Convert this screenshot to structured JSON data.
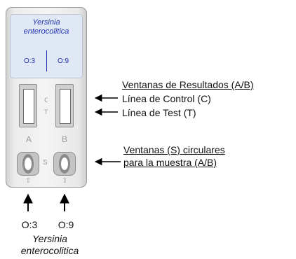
{
  "cassette": {
    "species": [
      "Yersinia",
      "enterocolitica"
    ],
    "serotype_left": "O:3",
    "serotype_right": "O:9",
    "control_mark": "C",
    "test_mark": "T",
    "sample_mark": "S",
    "well_a": "A",
    "well_b": "B",
    "well_pointer_glyph": "⇧"
  },
  "callouts": {
    "result_windows": "Ventanas de Resultados (A/B)",
    "control_line": "Línea de Control (C)",
    "test_line": "Línea de Test (T)",
    "sample_windows_line1": "Ventanas (S) circulares",
    "sample_windows_line2": "para la muestra (A/B)"
  },
  "below": {
    "serotype_a": "O:3",
    "serotype_b": "O:9",
    "species": [
      "Yersinia",
      "enterocolitica"
    ]
  },
  "colors": {
    "label_text": "#2233b0",
    "label_panel": "#dfe8f4",
    "cassette_body": "#ececec"
  },
  "icons": [
    "arrow-left-icon",
    "arrow-up-icon",
    "well-pointer-icon"
  ]
}
